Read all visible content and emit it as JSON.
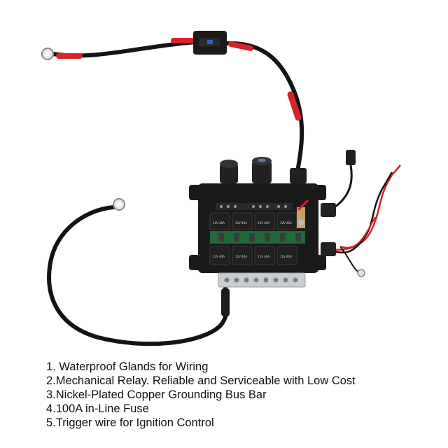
{
  "features": [
    "1. Waterproof Glands for Wiring",
    "2.Mechanical Relay. Reliable and Serviceable with Low Cost",
    "3.Nickel-Plated Copper Grounding Bus Bar",
    "4.100A in-Line Fuse",
    "5.Trigger wire for Ignition Control"
  ],
  "relay_label": "12V 40A",
  "colors": {
    "background": "#ffffff",
    "cable": "#141414",
    "heat_shrink": "#d8232a",
    "box": "#1a1a1a",
    "pcb": "#1f6b3a",
    "busbar": "#c9ccd1",
    "trigger_wire": "#d61f26"
  }
}
